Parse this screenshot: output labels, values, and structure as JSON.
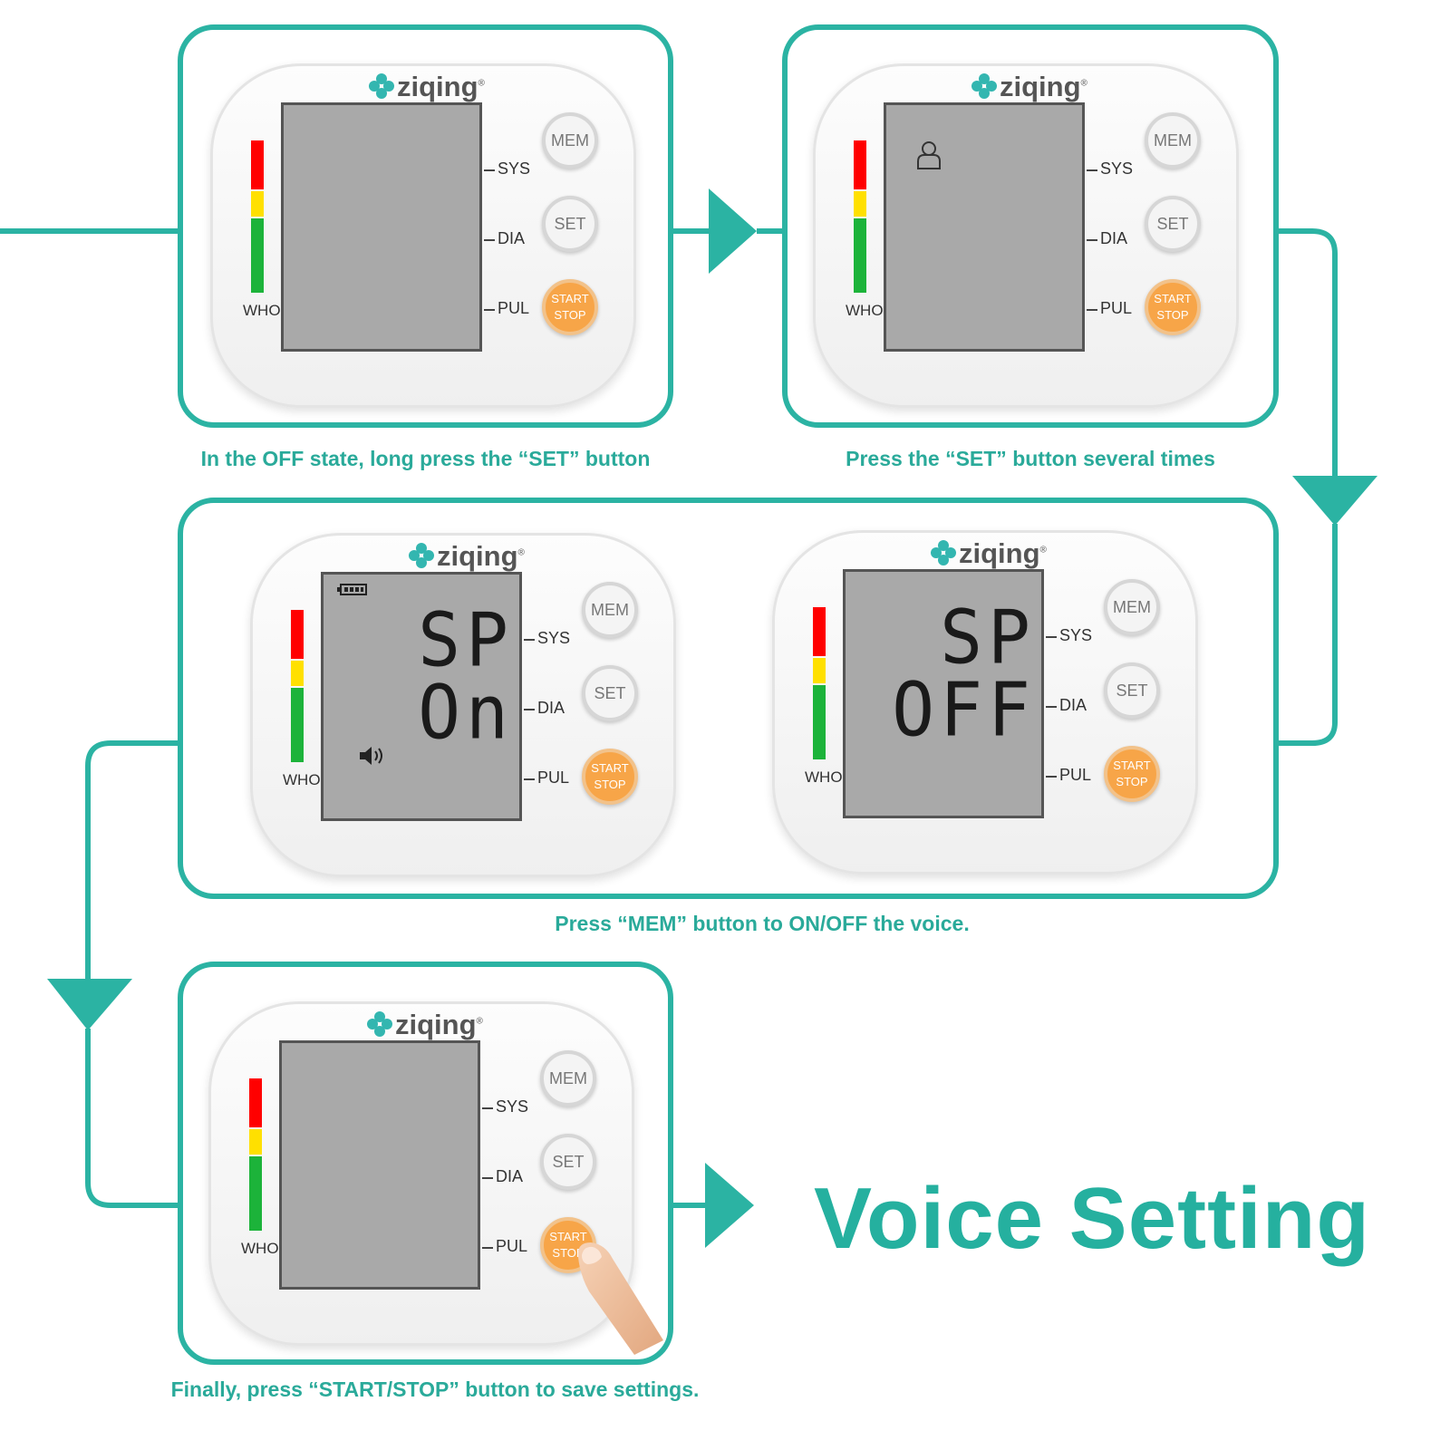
{
  "title": "Voice Setting",
  "brand": "ziqing",
  "device_labels": {
    "who": "WHO",
    "sys": "SYS",
    "dia": "DIA",
    "pul": "PUL",
    "mem": "MEM",
    "set": "SET",
    "start": "START",
    "stop": "STOP"
  },
  "steps": [
    {
      "caption": "In the OFF state, long press the “SET” button"
    },
    {
      "caption": "Press the “SET” button several times"
    },
    {
      "caption": "Press “MEM” button to ON/OFF the voice."
    },
    {
      "caption": "Finally, press “START/STOP” button to save settings."
    }
  ],
  "displays": {
    "on": {
      "line1": "SP",
      "line2": "On"
    },
    "off": {
      "line1": "SP",
      "line2": "OFF"
    }
  },
  "colors": {
    "accent": "#2bb3a3",
    "bar_red": "#ff0000",
    "bar_yellow": "#ffe000",
    "bar_green": "#1cb33a",
    "start_button": "#f7a548"
  }
}
